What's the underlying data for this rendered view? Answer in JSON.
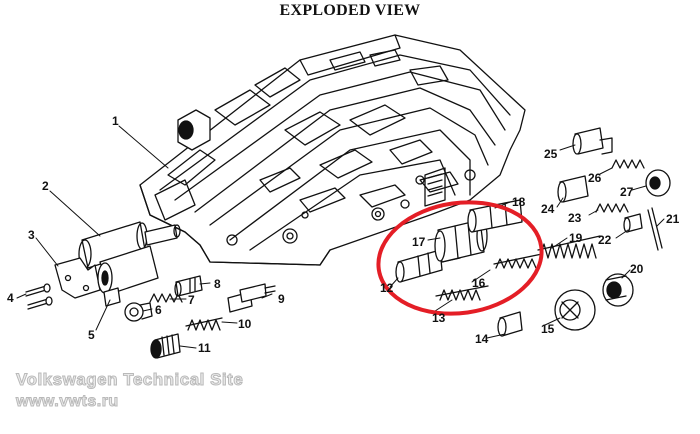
{
  "title": "EXPLODED VIEW",
  "callouts": [
    "1",
    "2",
    "3",
    "4",
    "5",
    "6",
    "7",
    "8",
    "9",
    "10",
    "11",
    "12",
    "13",
    "14",
    "15",
    "16",
    "17",
    "18",
    "19",
    "20",
    "21",
    "22",
    "23",
    "24",
    "25",
    "26",
    "27"
  ],
  "watermark": {
    "line1": "Volkswagen Technical Site",
    "line2": "www.vwts.ru"
  },
  "colors": {
    "line": "#111111",
    "highlight": "#e41e26",
    "background": "#ffffff",
    "watermark_stroke": "#b9b9b9"
  }
}
